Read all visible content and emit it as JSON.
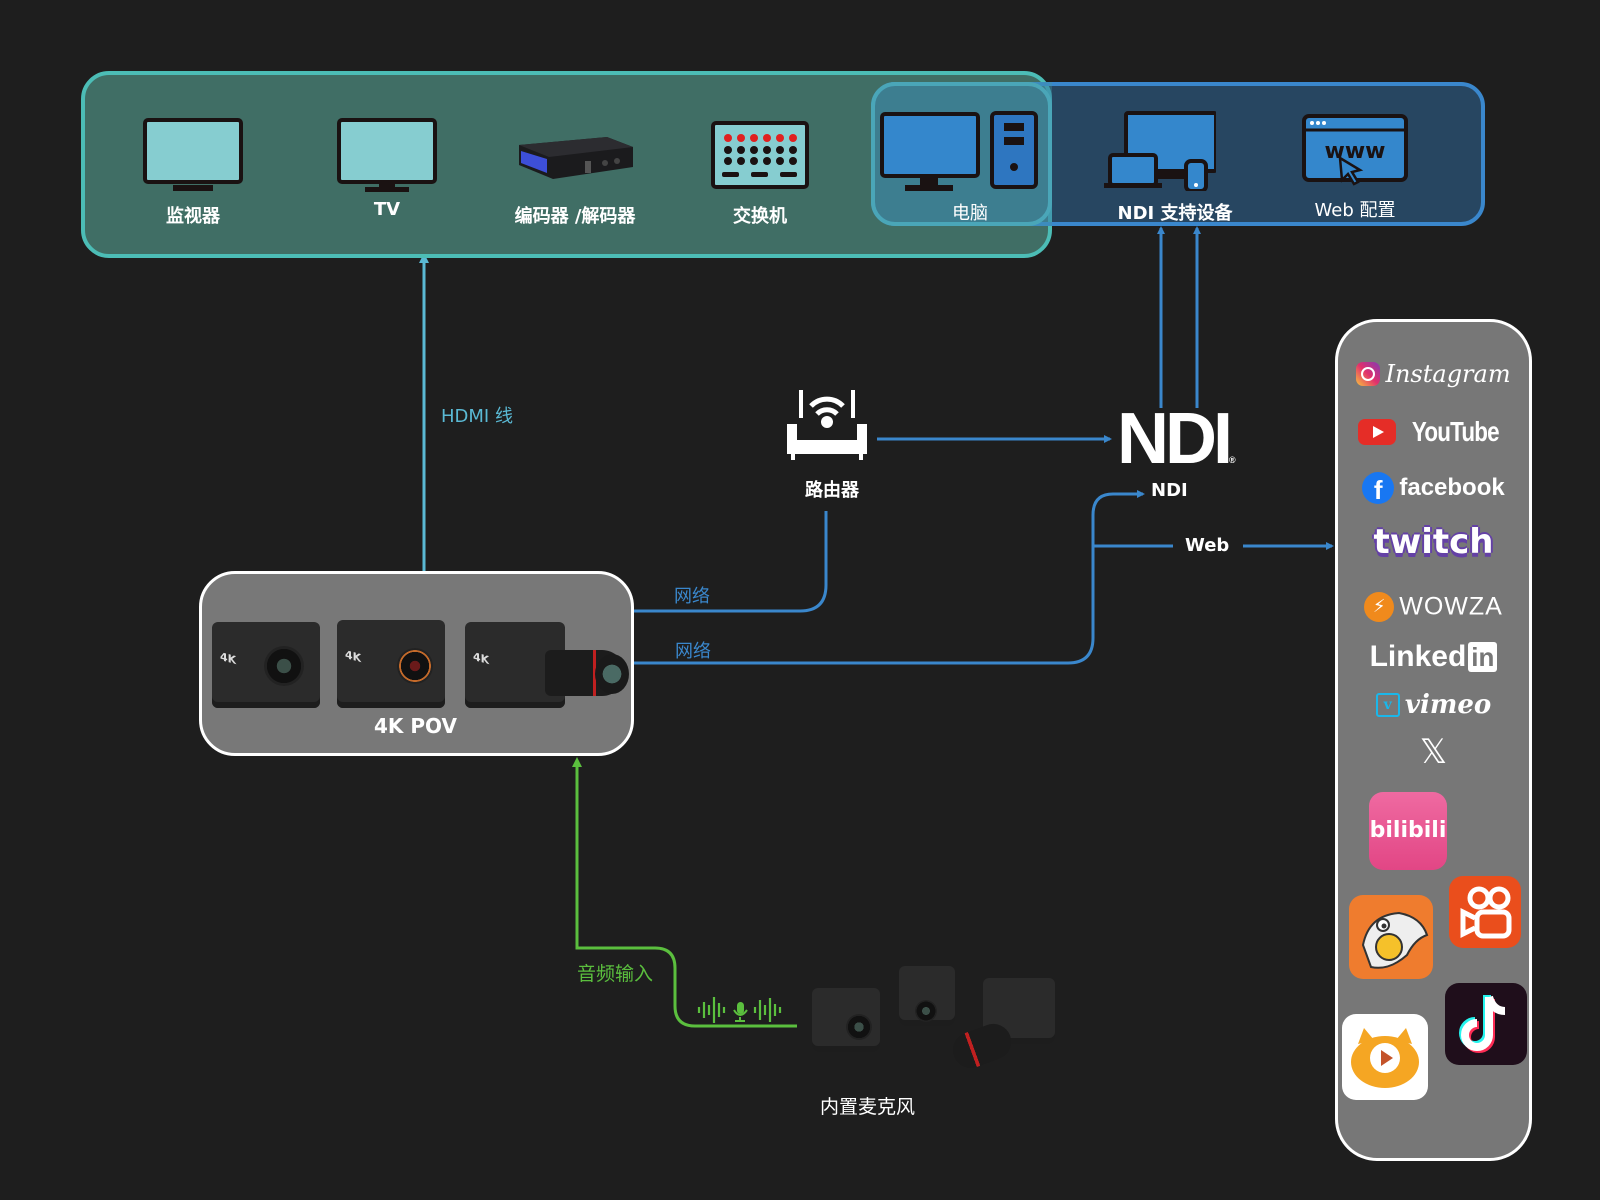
{
  "output_devices": {
    "items": [
      {
        "name": "monitor",
        "label": "监视器",
        "icon": "monitor-icon"
      },
      {
        "name": "tv",
        "label": "TV",
        "icon": "tv-icon"
      },
      {
        "name": "encoder-decoder",
        "label": "编码器 /解码器",
        "icon": "encoder-box-icon"
      },
      {
        "name": "switcher",
        "label": "交换机",
        "icon": "switcher-panel-icon"
      },
      {
        "name": "computer",
        "label": "电脑",
        "icon": "desktop-computer-icon"
      },
      {
        "name": "ndi-devices",
        "label": "NDI 支持设备",
        "icon": "multi-device-icon"
      },
      {
        "name": "web-config",
        "label": "Web 配置",
        "icon": "browser-www-icon"
      }
    ]
  },
  "connections": {
    "hdmi": "HDMI 线",
    "network_1": "网络",
    "network_2": "网络",
    "audio_in": "音频输入",
    "ndi": "NDI",
    "web": "Web"
  },
  "router": {
    "label": "路由器",
    "icon": "wifi-router-icon"
  },
  "ndi_logo": {
    "text": "NDI",
    "mark": "®"
  },
  "camera_group": {
    "label": "4K POV",
    "badge": "4K"
  },
  "microphone": {
    "label": "内置麦克风",
    "icon": "microphone-waveform-icon"
  },
  "streaming_platforms": [
    {
      "name": "Instagram",
      "icon": "instagram-icon"
    },
    {
      "name": "YouTube",
      "icon": "youtube-icon"
    },
    {
      "name": "facebook",
      "icon": "facebook-icon"
    },
    {
      "name": "twitch",
      "icon": "twitch-icon"
    },
    {
      "name": "WOWZA",
      "icon": "wowza-icon"
    },
    {
      "name": "Linked",
      "suffix": "in",
      "icon": "linkedin-icon"
    },
    {
      "name": "vimeo",
      "icon": "vimeo-icon"
    },
    {
      "name": "𝕏",
      "icon": "x-icon"
    },
    {
      "name": "bilibili",
      "icon": "bilibili-icon"
    },
    {
      "name": "Kuaishou",
      "icon": "kuaishou-icon"
    },
    {
      "name": "Huya",
      "icon": "huya-shark-icon"
    },
    {
      "name": "TikTok",
      "icon": "tiktok-icon"
    },
    {
      "name": "Douyu",
      "icon": "douyu-tiger-icon"
    }
  ],
  "colors": {
    "background": "#1e1e1e",
    "green_panel": "#406e65",
    "green_border": "#4cbdb6",
    "blue_border": "#3a87cc",
    "network_wire": "#3a87cc",
    "hdmi_wire": "#5ab9d4",
    "audio_wire": "#5bbf3e"
  }
}
